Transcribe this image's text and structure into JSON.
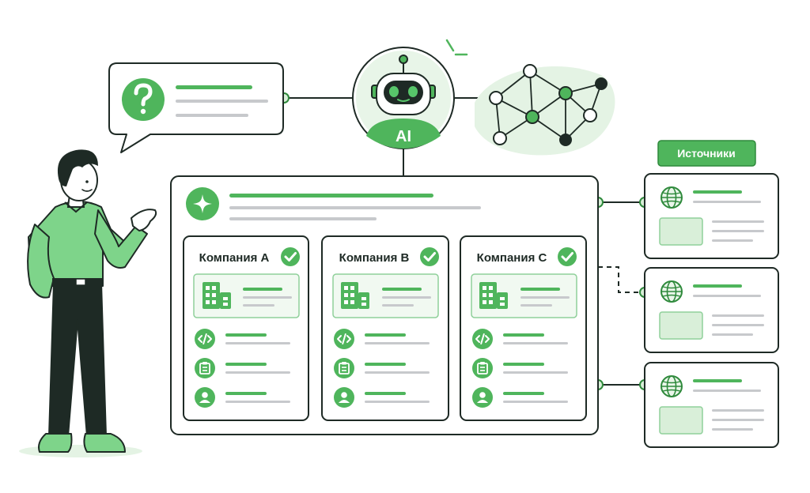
{
  "ai_badge": {
    "label": "AI",
    "icon": "robot-icon"
  },
  "question_bubble": {
    "icon": "question-mark-icon"
  },
  "sources": {
    "label": "Источники",
    "icon": "globe-icon"
  },
  "companies": [
    {
      "title": "Компания A",
      "status_icon": "check-circle-icon"
    },
    {
      "title": "Компания B",
      "status_icon": "check-circle-icon"
    },
    {
      "title": "Компания C",
      "status_icon": "check-circle-icon"
    }
  ],
  "company_rows": [
    {
      "icon": "code-icon"
    },
    {
      "icon": "clipboard-icon"
    },
    {
      "icon": "user-icon"
    }
  ],
  "colors": {
    "accent": "#4fb55c",
    "accent_light": "#d9efd9",
    "accent_dark": "#2f8a3c",
    "outline": "#1e2a25",
    "gray_line": "#c7c9cc"
  }
}
